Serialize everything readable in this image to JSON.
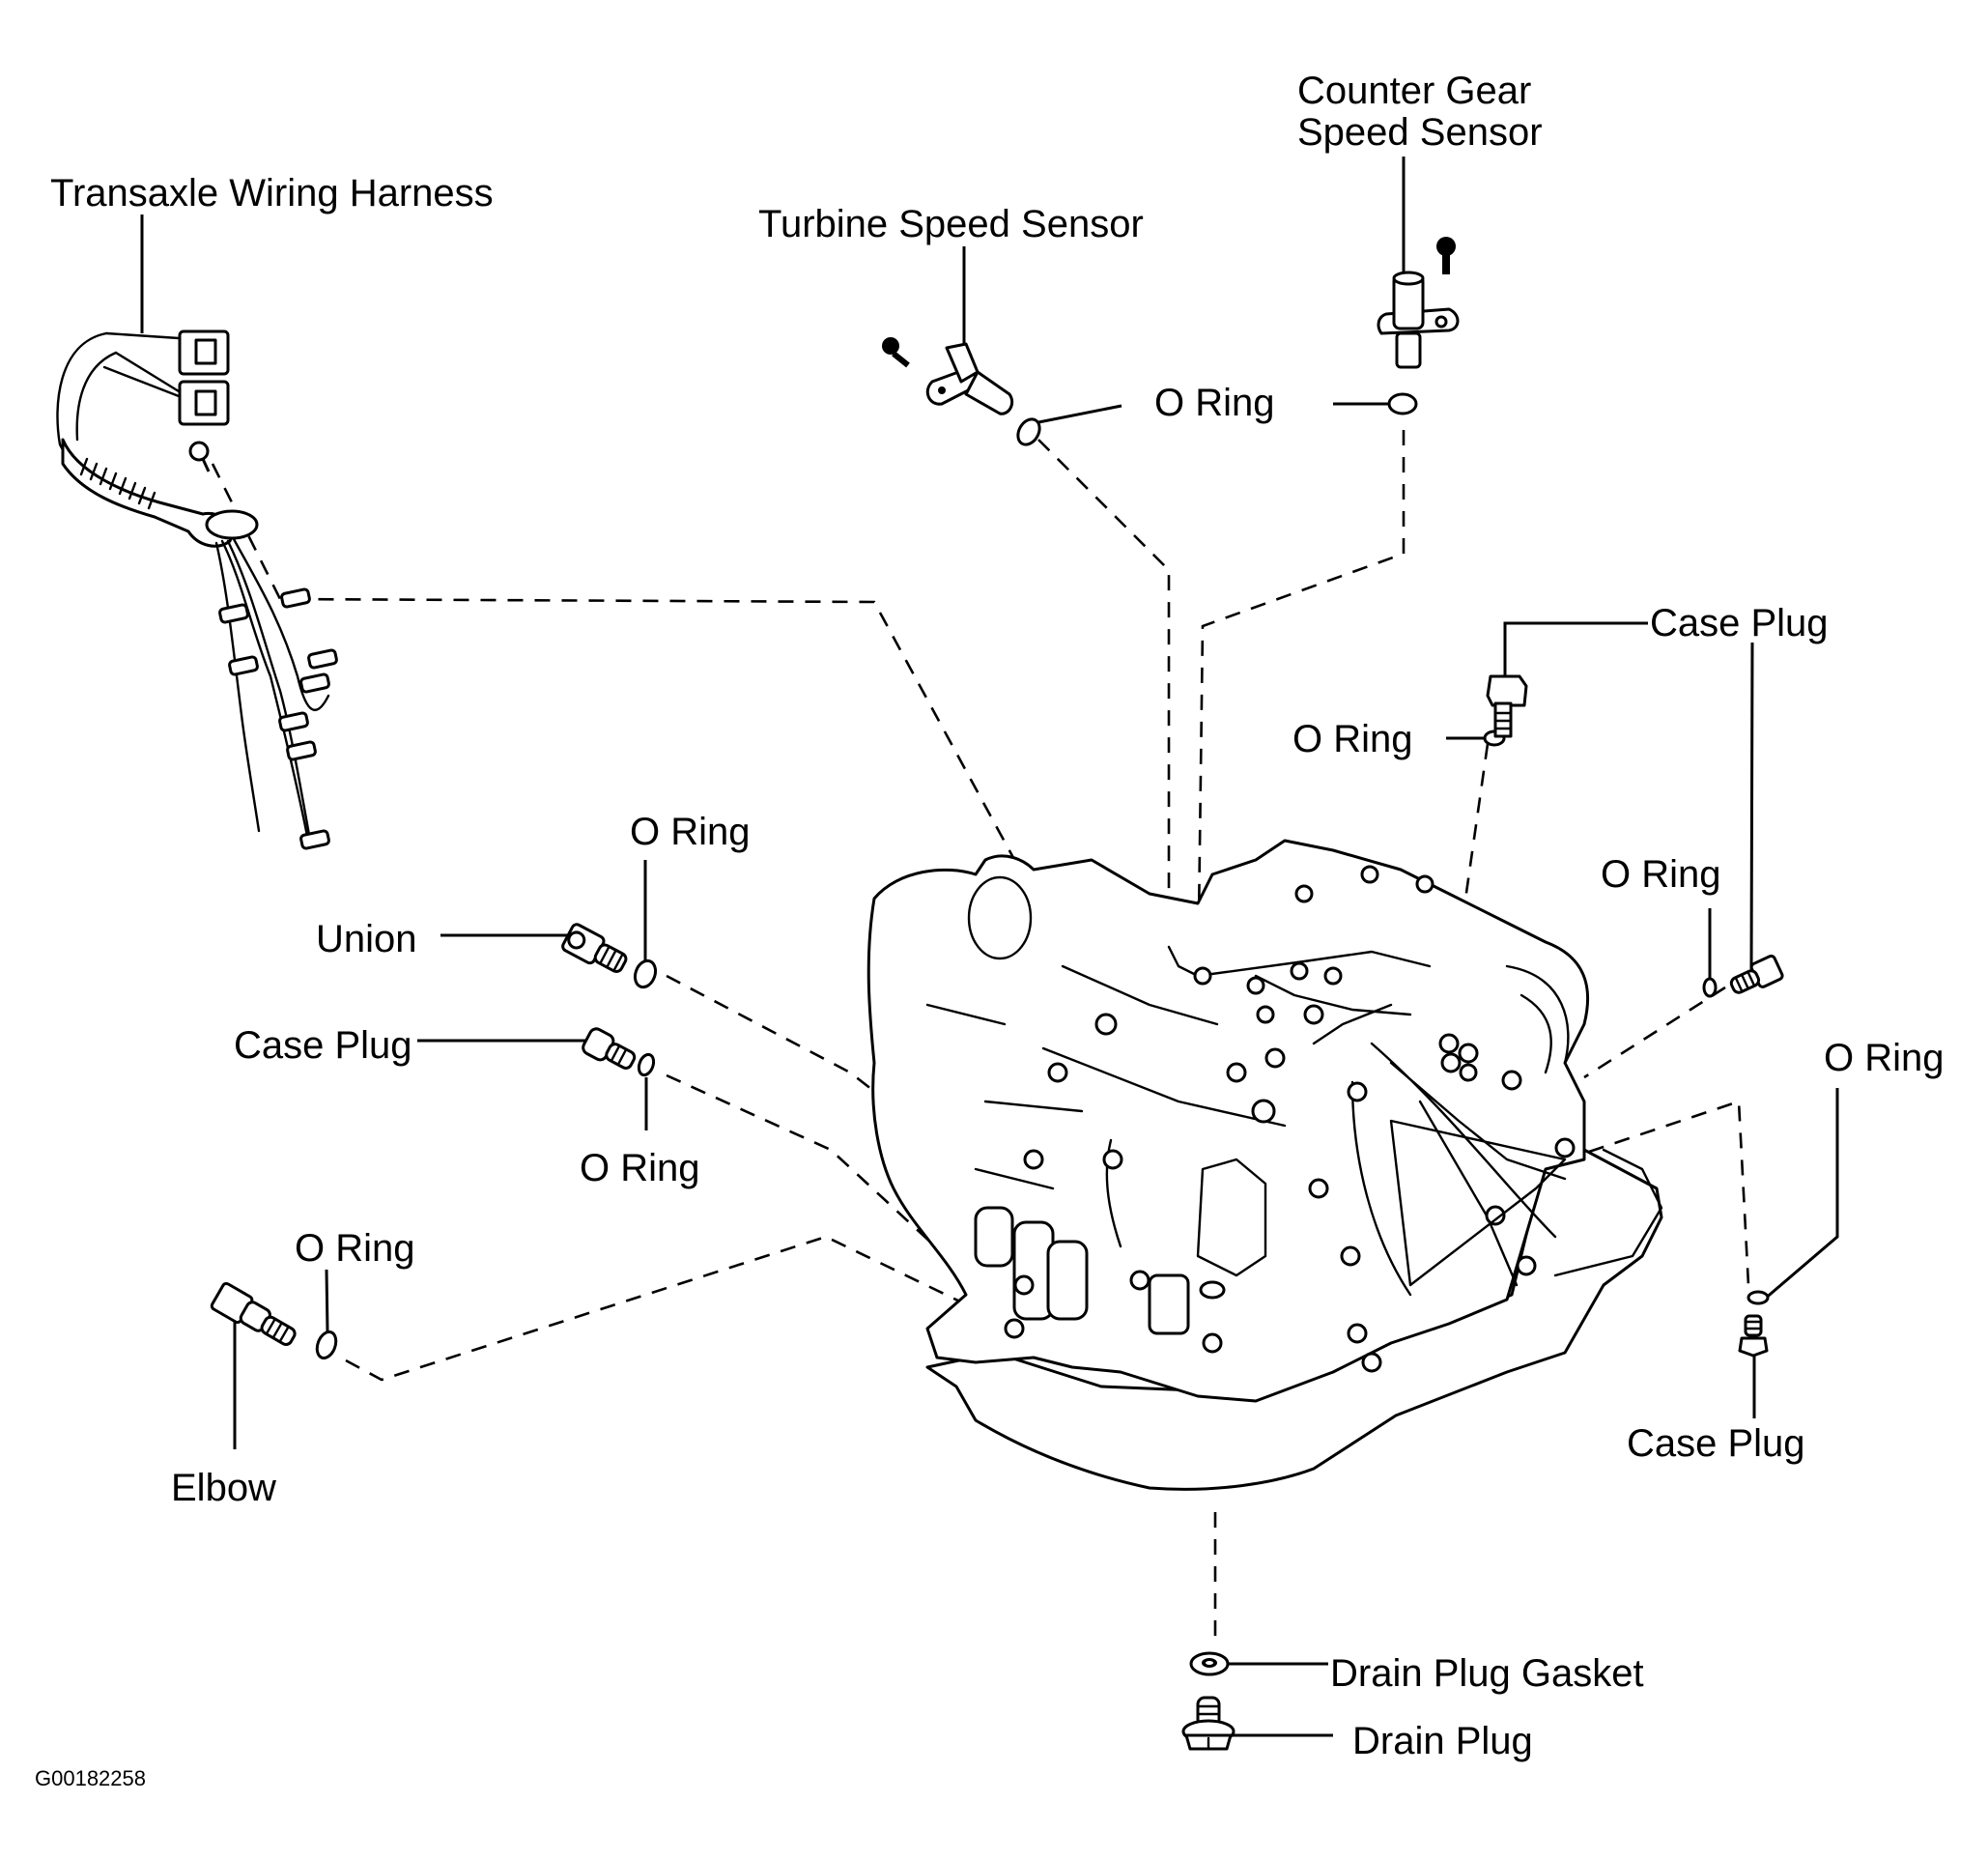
{
  "diagram": {
    "title": "Transaxle external components exploded view",
    "figure_code": "G00182258",
    "colors": {
      "ink": "#000000",
      "paper": "#ffffff"
    },
    "labels": {
      "wiring_harness": "Transaxle Wiring Harness",
      "turbine_speed_sensor": "Turbine Speed Sensor",
      "counter_gear_line1": "Counter Gear",
      "counter_gear_line2": "Speed Sensor",
      "o_ring_top": "O  Ring",
      "case_plug_top_right": "Case Plug",
      "o_ring_top_right": "O  Ring",
      "o_ring_left_upper": "O  Ring",
      "union": "Union",
      "case_plug_left": "Case Plug",
      "o_ring_left_lower": "O  Ring",
      "o_ring_elbow": "O  Ring",
      "elbow": "Elbow",
      "o_ring_right_mid": "O  Ring",
      "o_ring_far_right": "O  Ring",
      "case_plug_bottom_right": "Case Plug",
      "drain_plug_gasket": "Drain Plug Gasket",
      "drain_plug": "Drain Plug"
    }
  }
}
